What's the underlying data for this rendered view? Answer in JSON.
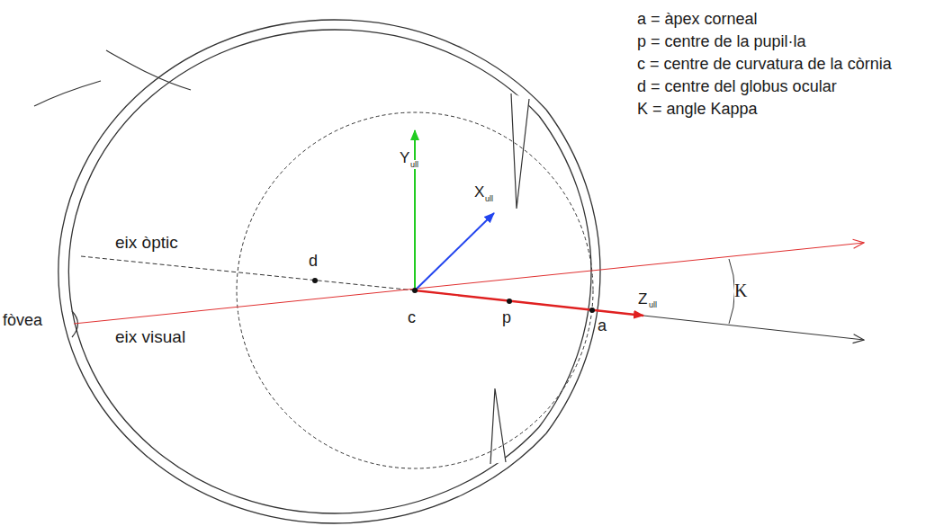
{
  "diagram": {
    "labels": [
      "a = àpex corneal",
      "p = centre de la pupil·la",
      "c = centre de curvatura de la còrnia",
      "d = centre del globus ocular",
      "K = angle Kappa",
      "Y",
      "ull",
      "X",
      "ull",
      "Z",
      "ull",
      "eix òptic",
      "d",
      "c",
      "p",
      "a",
      "fòvea",
      "eix visual",
      "K"
    ]
  }
}
